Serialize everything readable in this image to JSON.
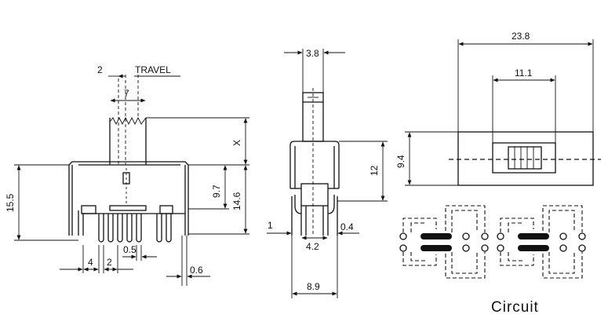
{
  "dimensions": {
    "pitch_2": "2",
    "travel": "TRAVEL",
    "actuator_7": "7",
    "x_travel": "X",
    "body_15_5": "15.5",
    "height_9_7": "9.7",
    "height_14_6": "14.6",
    "pin_4": "4",
    "pin_2": "2",
    "pin_0_5": "0.5",
    "pin_0_6": "0.6",
    "side_3_8": "3.8",
    "side_12": "12",
    "side_1": "1",
    "side_0_4": "0.4",
    "side_4_2": "4.2",
    "side_8_9": "8.9",
    "top_23_8": "23.8",
    "top_11_1": "11.1",
    "top_9_4": "9.4"
  },
  "circuit": {
    "caption": "Circuit"
  }
}
